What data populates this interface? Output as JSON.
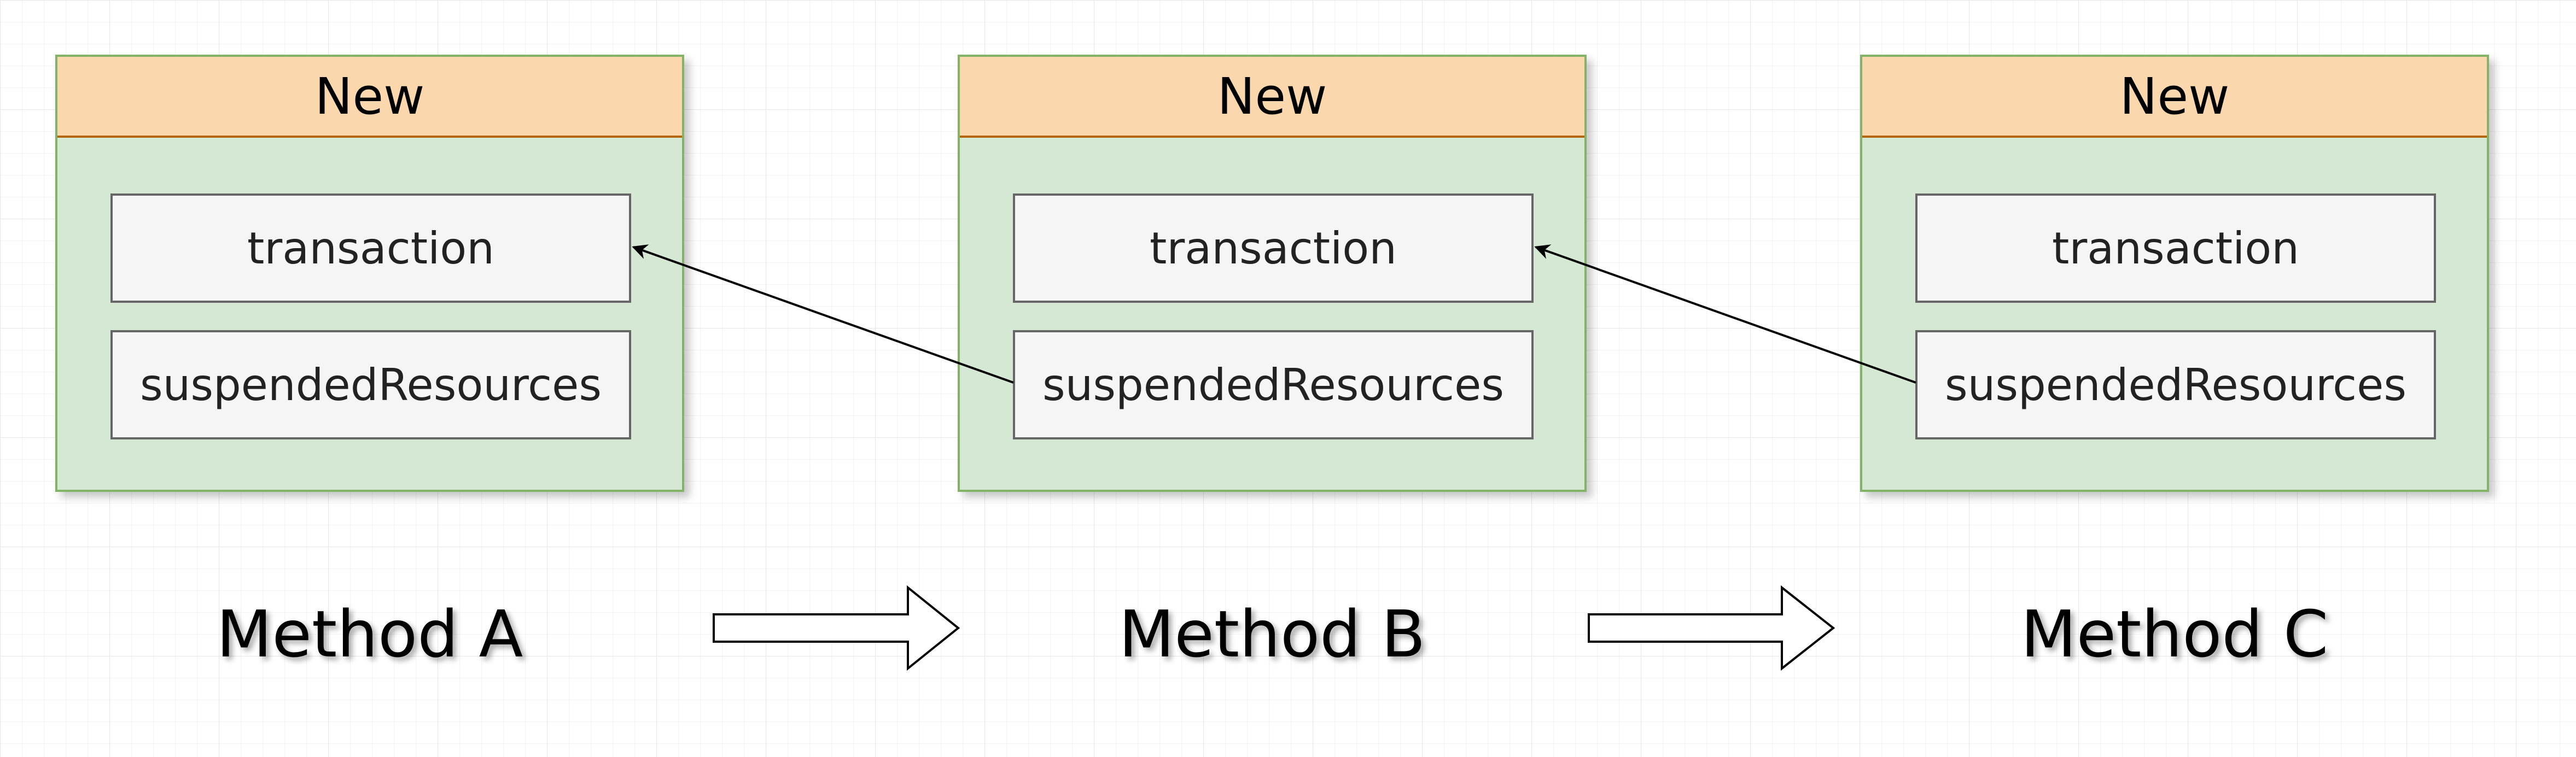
{
  "frames": [
    {
      "header": "New",
      "fields": [
        "transaction",
        "suspendedResources"
      ]
    },
    {
      "header": "New",
      "fields": [
        "transaction",
        "suspendedResources"
      ]
    },
    {
      "header": "New",
      "fields": [
        "transaction",
        "suspendedResources"
      ]
    }
  ],
  "methods": [
    "Method A",
    "Method B",
    "Method C"
  ],
  "colors": {
    "frame_fill": "#d5e8d4",
    "frame_border": "#82b366",
    "header_fill": "#fad7ac",
    "header_border": "#b46504",
    "field_fill": "#f5f5f5",
    "field_border": "#666666"
  }
}
